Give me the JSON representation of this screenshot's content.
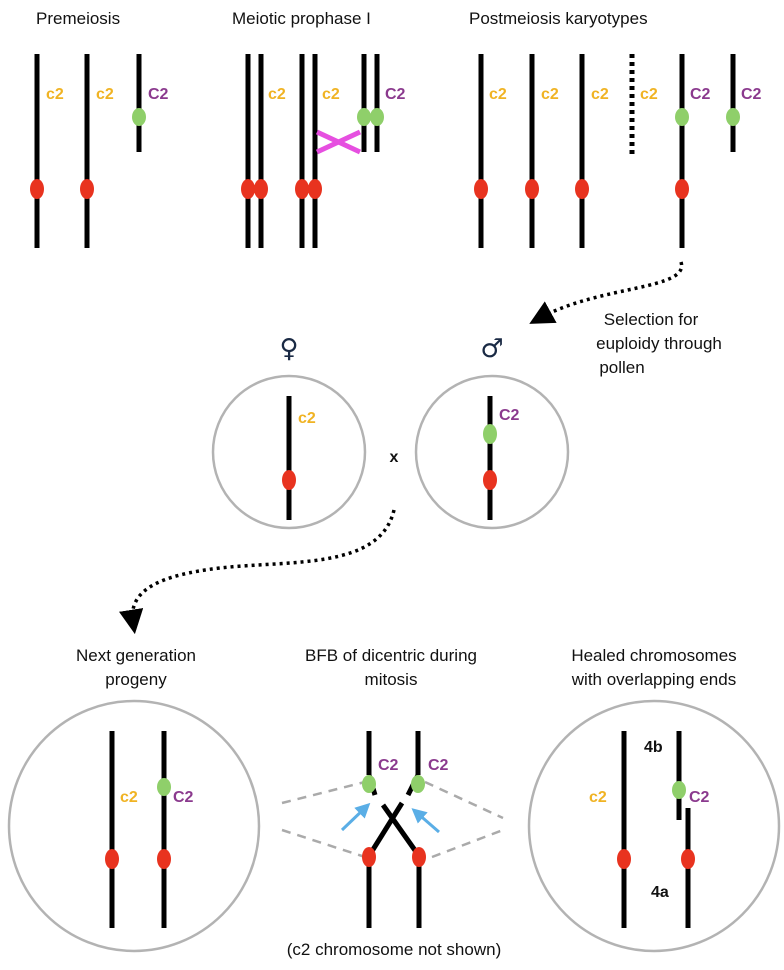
{
  "colors": {
    "centromere": "#e8331f",
    "gene_marker": "#8fcf6a",
    "c2_label": "#f0b323",
    "C2_label": "#8b3a8e",
    "crossover": "#e64fe0",
    "arrow": "#5aaee6",
    "circle": "#b3b3b3"
  },
  "panels": {
    "premeiosis": {
      "title": "Premeiosis"
    },
    "prophase": {
      "title": "Meiotic prophase I"
    },
    "postmeiosis": {
      "title": "Postmeiosis karyotypes"
    },
    "selection": {
      "line1": "Selection for",
      "line2": "euploidy through",
      "line3": "pollen"
    },
    "cross": {
      "female_symbol": "♀",
      "male_symbol": "♂",
      "cross_symbol": "x"
    },
    "progeny": {
      "line1": "Next generation",
      "line2": "progeny"
    },
    "bfb": {
      "line1": "BFB of dicentric during",
      "line2": "mitosis",
      "note": "(c2 chromosome not shown)"
    },
    "healed": {
      "line1": "Healed chromosomes",
      "line2": "with overlapping ends",
      "label_4a": "4a",
      "label_4b": "4b"
    }
  },
  "genes": {
    "recessive": "c2",
    "dominant": "C2"
  }
}
